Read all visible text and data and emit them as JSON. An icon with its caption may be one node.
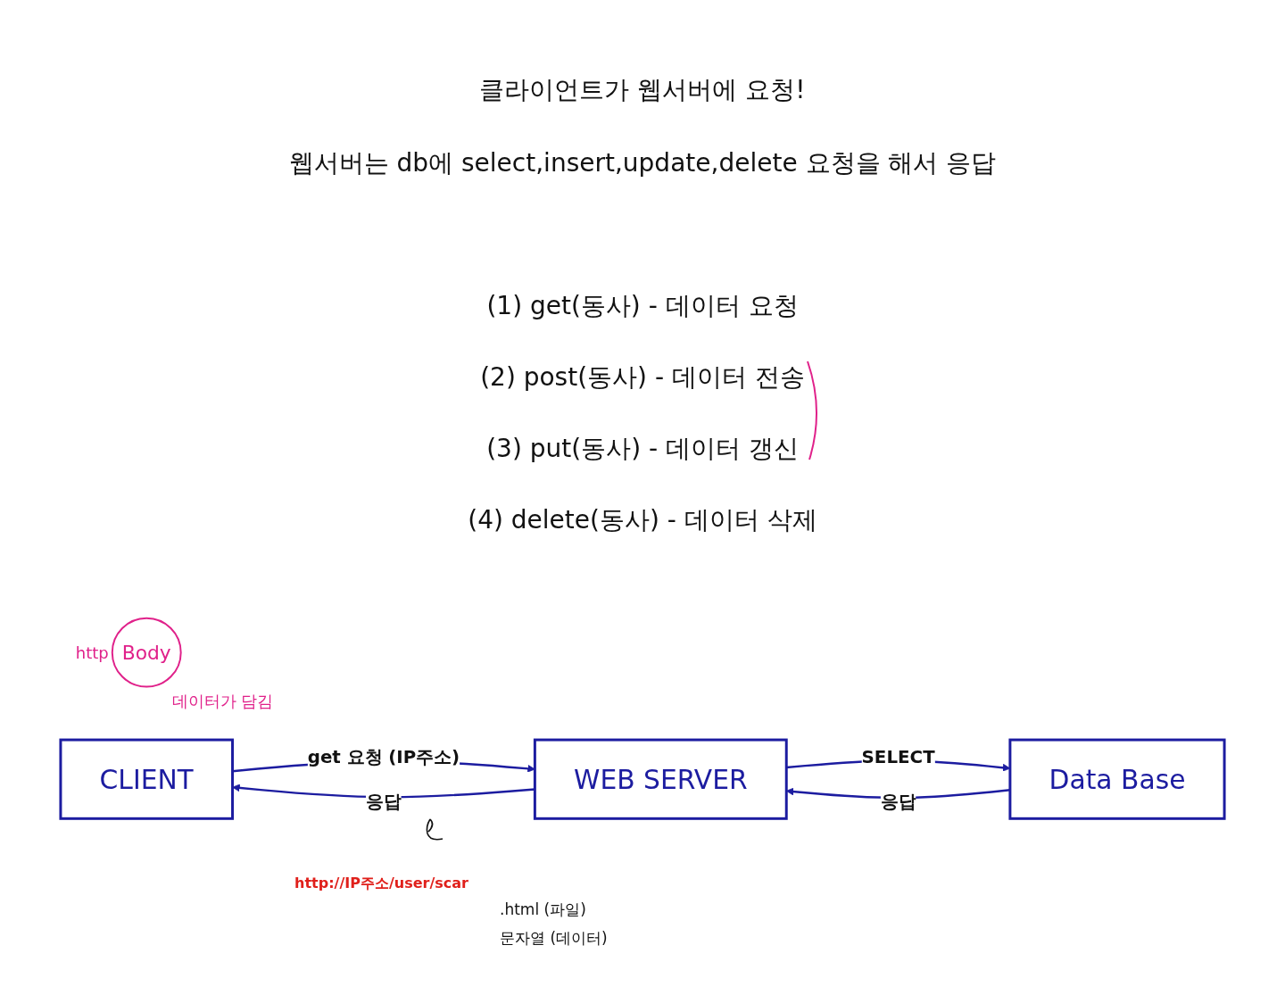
{
  "diagram": {
    "title": "클라이언트가 웹서버에 요청!",
    "nodes": [
      {
        "text": [
          "Body"
        ],
        "beside": [
          "http",
          "데이터가 담김"
        ]
      },
      {
        "text": [
          "CLIENT"
        ]
      },
      {
        "text": [
          "WEB SERVER"
        ]
      },
      {
        "text": [
          "Data Base"
        ]
      }
    ],
    "edges": [
      {
        "from": 1,
        "to": 2,
        "arrow": "to",
        "label": "get 요청 (IP주소)"
      },
      {
        "from": 2,
        "to": 1,
        "arrow": "to",
        "label": "응답"
      },
      {
        "from": 2,
        "to": 3,
        "arrow": "to",
        "label": "SELECT"
      },
      {
        "from": 3,
        "to": 2,
        "arrow": "to",
        "label": "응답"
      }
    ],
    "labels": [
      "웹서버는 db에 select,insert,update,delete 요청을 해서 응답",
      "(1) get(동사) - 데이터 요청",
      "(2) post(동사) - 데이터 전송",
      "(3) put(동사) - 데이터 갱신",
      "(4) delete(동사) - 데이터 삭제",
      "http://IP주소/user/scar",
      ".html (파일)",
      "문자열 (데이터)"
    ]
  }
}
